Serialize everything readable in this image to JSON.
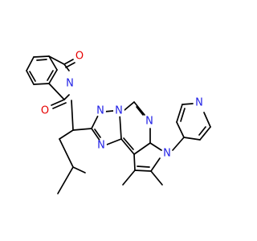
{
  "colors": {
    "carbon": "#000000",
    "nitrogen": "#1f1fe6",
    "oxygen": "#e60000",
    "background": "#ffffff"
  },
  "atoms": {
    "o_top": {
      "symbol": "O",
      "element": "oxygen"
    },
    "o_bottom": {
      "symbol": "O",
      "element": "oxygen"
    },
    "n_imide": {
      "symbol": "N",
      "element": "nitrogen"
    },
    "n_triazole_top": {
      "symbol": "N",
      "element": "nitrogen"
    },
    "n_triazole_bridge": {
      "symbol": "N",
      "element": "nitrogen"
    },
    "n_triazole_bottom": {
      "symbol": "N",
      "element": "nitrogen"
    },
    "n_pyrimidine": {
      "symbol": "N",
      "element": "nitrogen"
    },
    "n_pyrrole": {
      "symbol": "N",
      "element": "nitrogen"
    },
    "n_pyridine": {
      "symbol": "N",
      "element": "nitrogen"
    }
  }
}
